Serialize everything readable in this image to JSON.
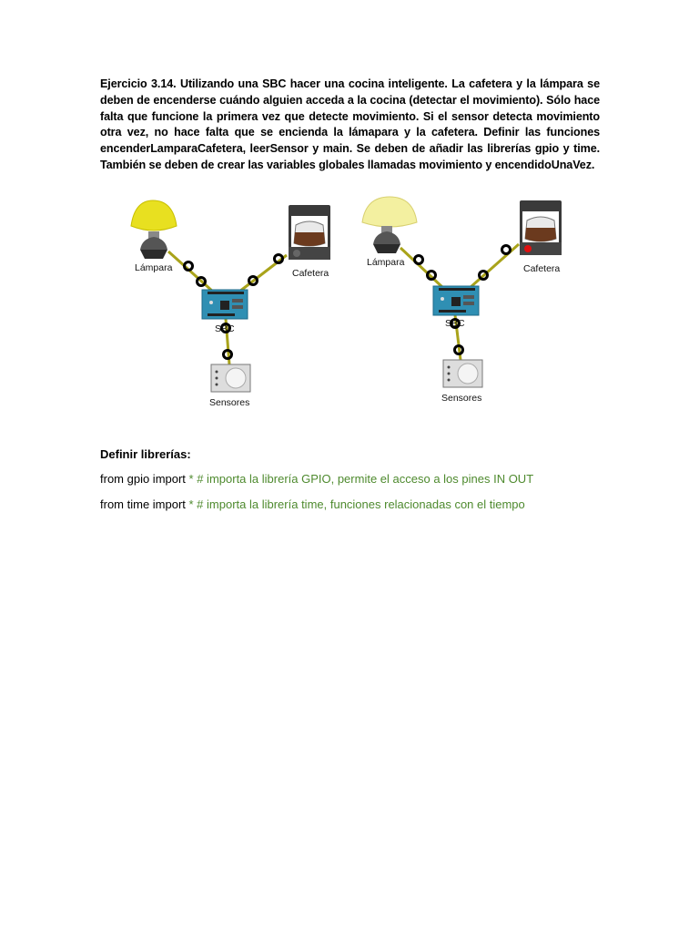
{
  "exercise": {
    "text": "Ejercicio 3.14. Utilizando una SBC hacer una cocina inteligente. La cafetera y la lámpara se deben de encenderse cuándo alguien acceda a la cocina (detectar el movimiento). Sólo hace falta que funcione la primera vez que detecte movimiento. Si el sensor detecta movimiento otra vez, no hace falta que se encienda la lámapara y la cafetera. Definir las funciones encenderLamparaCafetera, leerSensor y main. Se deben de añadir las librerías gpio y time. También se deben de crear las variables globales llamadas movimiento y encendidoUnaVez."
  },
  "diagram": {
    "labels": {
      "lamp": "Lámpara",
      "coffee": "Cafetera",
      "sbc": "SBC",
      "sensor": "Sensores"
    },
    "colors": {
      "wire": "#a9a31a",
      "lamp_on": "#e8e020",
      "lamp_off": "#f3f0a0",
      "board": "#2f8fb3",
      "coffee": "#6b3a1e"
    }
  },
  "libraries": {
    "heading": "Definir librerías:",
    "lines": [
      {
        "code": "from gpio import ",
        "comment": "* # importa la librería GPIO, permite el acceso a los pines IN OUT"
      },
      {
        "code": "from time import ",
        "comment": "* # importa la librería time, funciones relacionadas con el tiempo"
      }
    ]
  }
}
